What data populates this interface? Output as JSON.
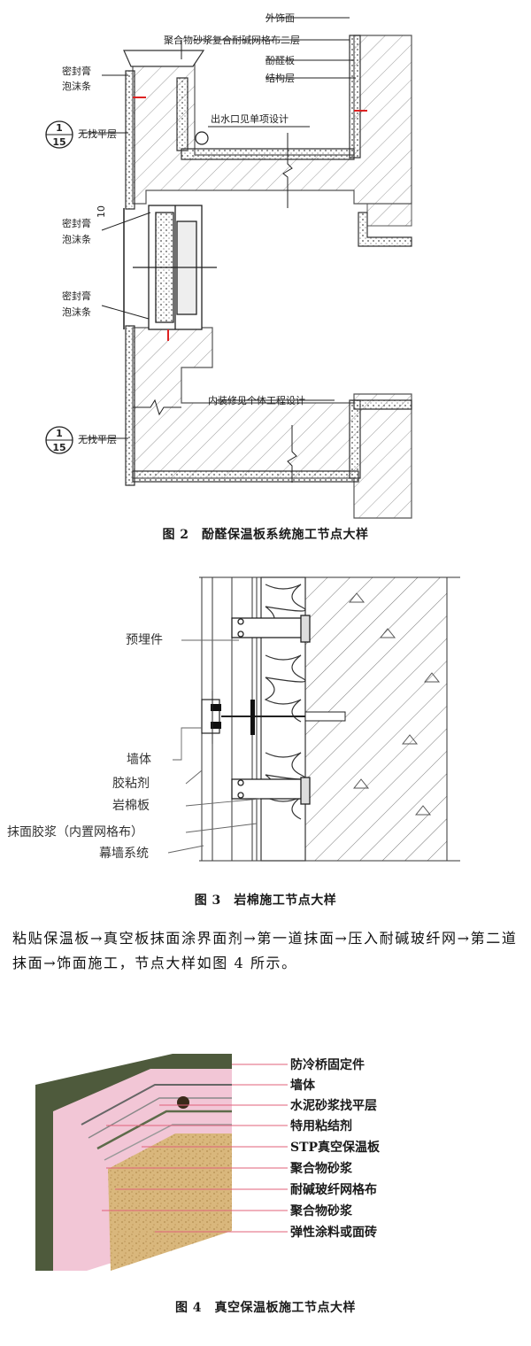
{
  "figure2": {
    "labels": {
      "outer_finish": "外饰面",
      "mesh_layers": "聚合物砂浆复合耐碱网格布二层",
      "phenolic_board": "酚醛板",
      "structure_layer": "结构层",
      "sealant_top_1": "密封膏",
      "sealant_top_2": "泡沫条",
      "sealant_mid_1": "密封膏",
      "sealant_mid_2": "泡沫条",
      "sealant_bot_1": "密封膏",
      "sealant_bot_2": "泡沫条",
      "no_leveling_top": "无找平层",
      "no_leveling_bot": "无找平层",
      "drain_note": "出水口见单项设计",
      "interior_note": "内装修见个体工程设计",
      "callout_num": "1",
      "callout_den": "15",
      "dim": "10"
    },
    "caption": "图 2　酚醛保温板系统施工节点大样"
  },
  "figure3": {
    "labels": {
      "embedded_part": "预埋件",
      "wall": "墙体",
      "adhesive": "胶粘剂",
      "rockwool": "岩棉板",
      "plaster": "抹面胶浆（内置网格布）",
      "curtain_wall": "幕墙系统"
    },
    "caption": "图 3　岩棉施工节点大样"
  },
  "paragraph": "粘贴保温板→真空板抹面涂界面剂→第一道抹面→压入耐碱玻纤网→第二道抹面→饰面施工，节点大样如图 4 所示。",
  "figure4": {
    "labels": [
      "防冷桥固定件",
      "墙体",
      "水泥砂浆找平层",
      "特用粘结剂",
      "STP真空保温板",
      "聚合物砂浆",
      "耐碱玻纤网格布",
      "聚合物砂浆",
      "弹性涂料或面砖"
    ],
    "caption": "图 4　真空保温板施工节点大样",
    "colors": {
      "wall": "#4e5a3c",
      "pink": "#f2c6d6",
      "board": "#d9b77c",
      "leader": "#e0607a"
    }
  }
}
